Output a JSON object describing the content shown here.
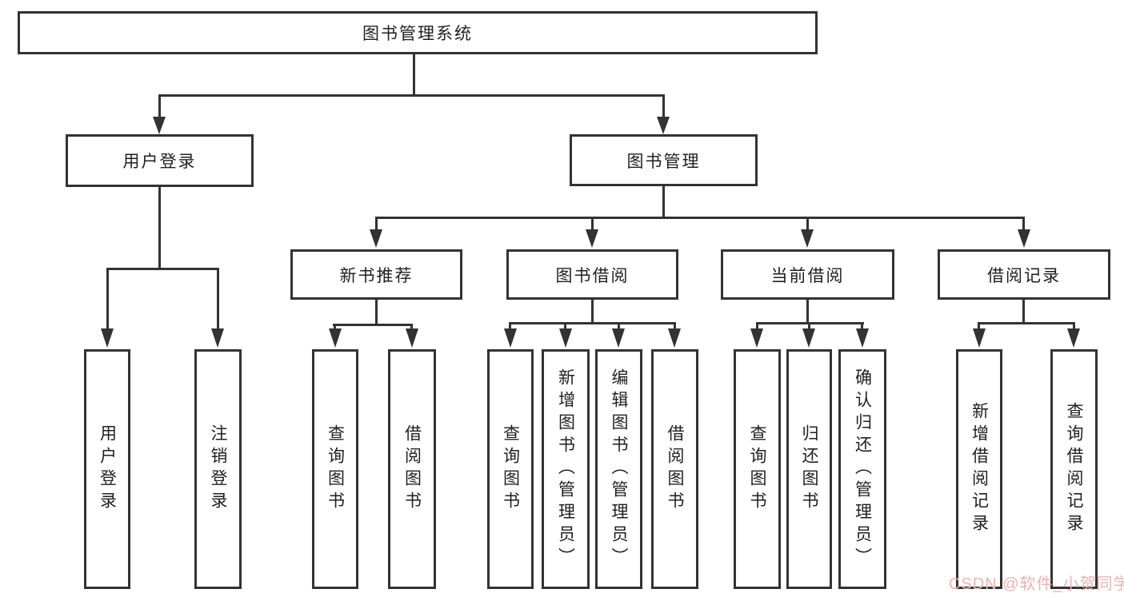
{
  "diagram": {
    "type": "hierarchy-tree",
    "root": {
      "label": "图书管理系统",
      "children": [
        {
          "label": "用户登录",
          "children": [
            {
              "label": "用户登录"
            },
            {
              "label": "注销登录"
            }
          ]
        },
        {
          "label": "图书管理",
          "children": [
            {
              "label": "新书推荐",
              "children": [
                {
                  "label": "查询图书"
                },
                {
                  "label": "借阅图书"
                }
              ]
            },
            {
              "label": "图书借阅",
              "children": [
                {
                  "label": "查询图书"
                },
                {
                  "label": "新增图书（管理员）"
                },
                {
                  "label": "编辑图书（管理员）"
                },
                {
                  "label": "借阅图书"
                }
              ]
            },
            {
              "label": "当前借阅",
              "children": [
                {
                  "label": "查询图书"
                },
                {
                  "label": "归还图书"
                },
                {
                  "label": "确认归还（管理员）"
                }
              ]
            },
            {
              "label": "借阅记录",
              "children": [
                {
                  "label": "新增借阅记录"
                },
                {
                  "label": "查询借阅记录"
                }
              ]
            }
          ]
        }
      ]
    },
    "watermark": "CSDN @软件_小贺同学",
    "colors": {
      "line": "#333333",
      "text": "#1f1f1f",
      "box_background": "#ffffff",
      "canvas": "#ffffff",
      "watermark": "#efb1b1"
    }
  }
}
